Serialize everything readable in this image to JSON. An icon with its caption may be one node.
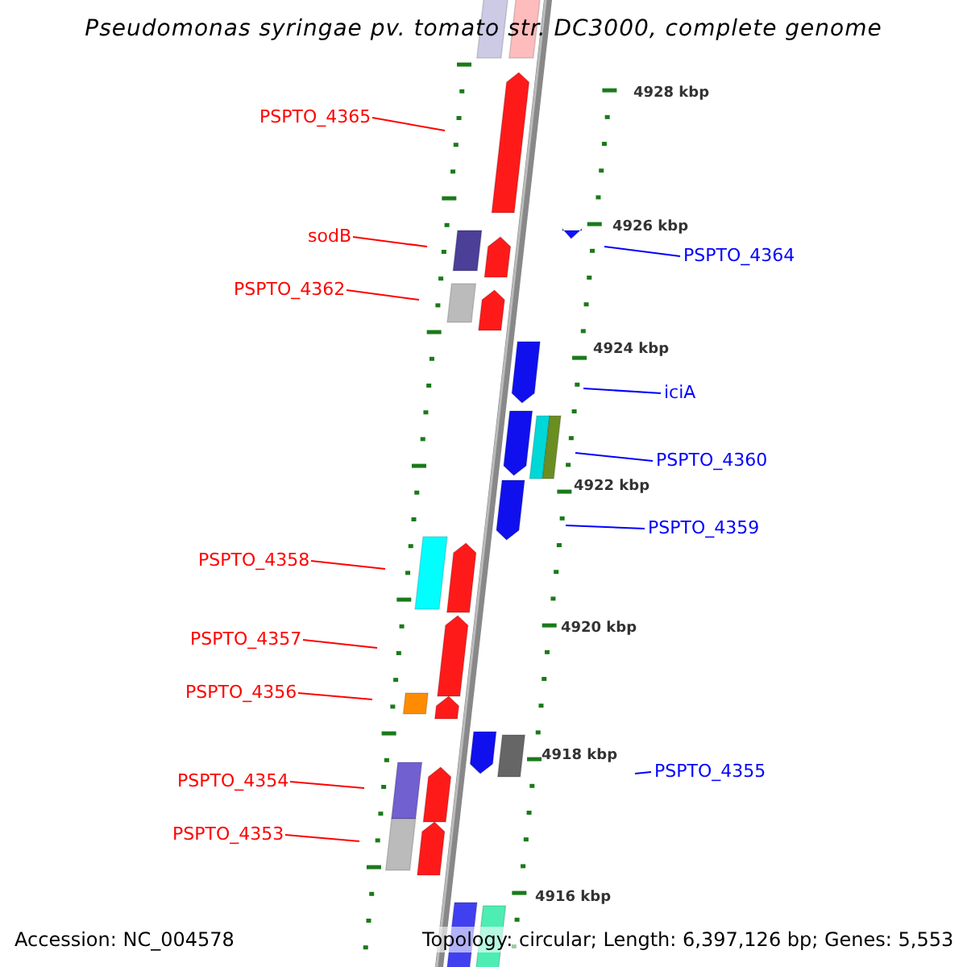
{
  "diagram": {
    "title": "Pseudomonas syringae pv. tomato str. DC3000, complete genome",
    "nodes": [
      {
        "text": [
          "PSPTO_4365"
        ]
      },
      {
        "text": [
          "sodB"
        ]
      },
      {
        "text": [
          "PSPTO_4364"
        ]
      },
      {
        "text": [
          "PSPTO_4362"
        ]
      },
      {
        "text": [
          "iciA"
        ]
      },
      {
        "text": [
          "PSPTO_4360"
        ]
      },
      {
        "text": [
          "PSPTO_4359"
        ]
      },
      {
        "text": [
          "PSPTO_4358"
        ]
      },
      {
        "text": [
          "PSPTO_4357"
        ]
      },
      {
        "text": [
          "PSPTO_4356"
        ]
      },
      {
        "text": [
          "PSPTO_4355"
        ]
      },
      {
        "text": [
          "PSPTO_4354"
        ]
      },
      {
        "text": [
          "PSPTO_4353"
        ]
      }
    ],
    "edges": [
      {
        "from": 0,
        "to": null,
        "arrow": "none"
      },
      {
        "from": 1,
        "to": null,
        "arrow": "none"
      },
      {
        "from": 2,
        "to": null,
        "arrow": "none",
        "color": "#0000ff"
      },
      {
        "from": 3,
        "to": null,
        "arrow": "none"
      },
      {
        "from": 4,
        "to": null,
        "arrow": "none",
        "color": "#0000ff"
      },
      {
        "from": 5,
        "to": null,
        "arrow": "none",
        "color": "#0000ff"
      },
      {
        "from": 6,
        "to": null,
        "arrow": "none",
        "color": "#0000ff"
      },
      {
        "from": 7,
        "to": null,
        "arrow": "none"
      },
      {
        "from": 8,
        "to": null,
        "arrow": "none"
      },
      {
        "from": 9,
        "to": null,
        "arrow": "none"
      },
      {
        "from": 10,
        "to": null,
        "arrow": "none",
        "color": "#0000ff"
      },
      {
        "from": 11,
        "to": null,
        "arrow": "none"
      },
      {
        "from": 12,
        "to": null,
        "arrow": "none"
      }
    ],
    "labels": [
      "4928 kbp",
      "4926 kbp",
      "4924 kbp",
      "4922 kbp",
      "4920 kbp",
      "4918 kbp",
      "4916 kbp",
      "Accession: NC_004578",
      "Topology: circular; Length: 6,397,126 bp; Genes: 5,553"
    ]
  }
}
